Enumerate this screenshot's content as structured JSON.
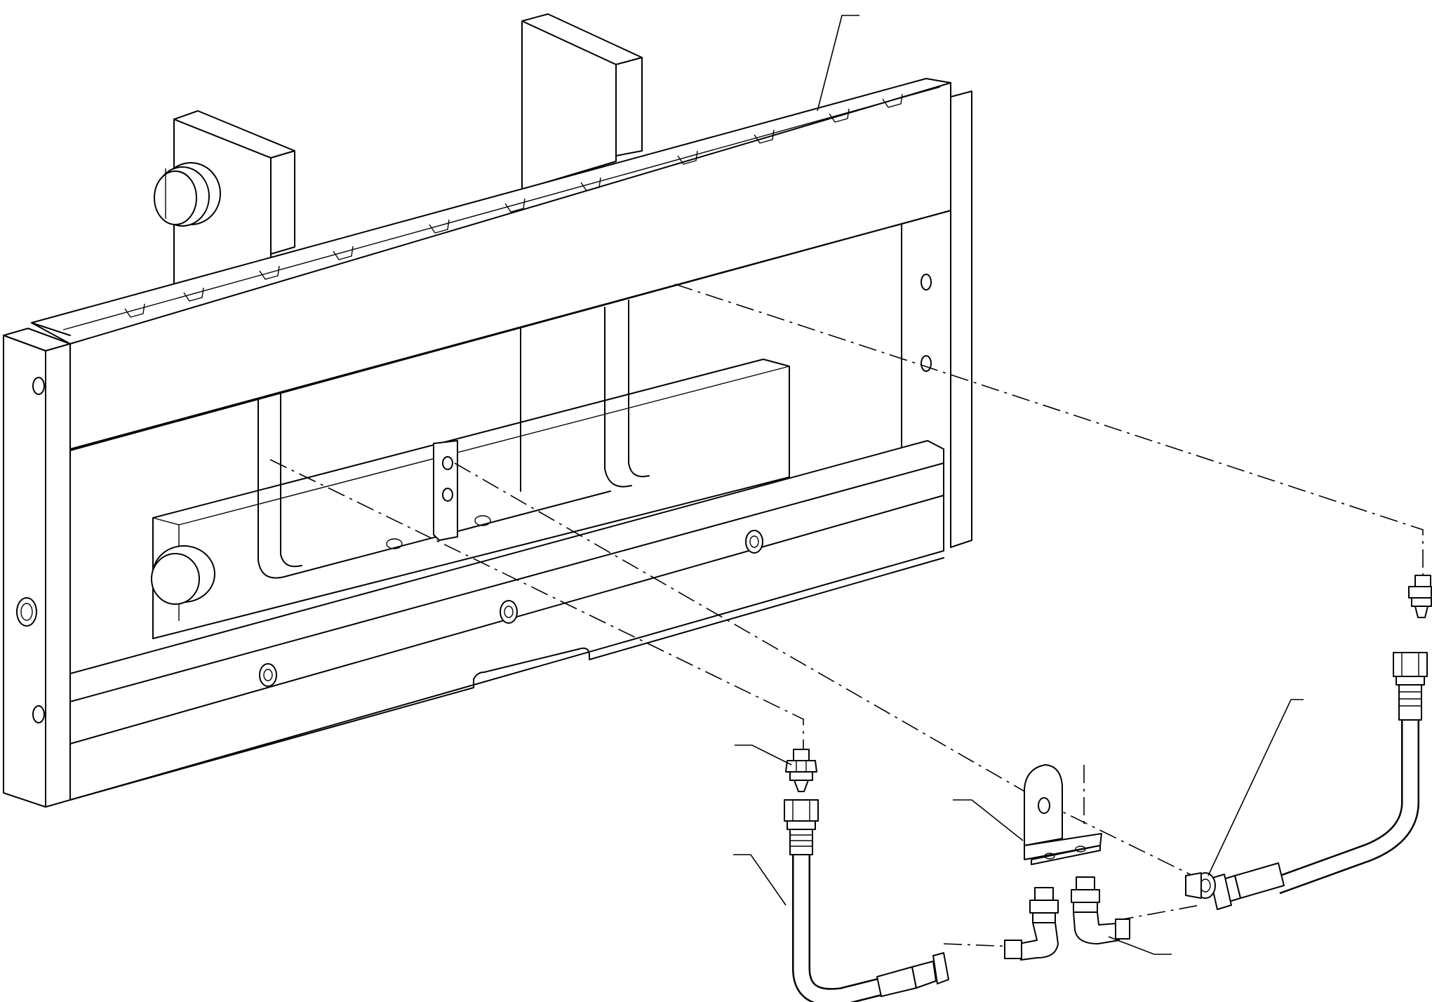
{
  "drawing": {
    "type": "exploded-assembly",
    "background": "#ffffff",
    "line_color": "#000000",
    "components": [
      "carriage-frame",
      "fitting-left",
      "hose-left",
      "bracket",
      "elbow-fitting-left",
      "elbow-fitting-right",
      "hose-right",
      "fitting-right"
    ],
    "callouts": [
      {
        "id": "callout-top-rail",
        "label": ""
      },
      {
        "id": "callout-fitting-left",
        "label": ""
      },
      {
        "id": "callout-hose-left",
        "label": ""
      },
      {
        "id": "callout-bracket",
        "label": ""
      },
      {
        "id": "callout-swivel-fitting",
        "label": ""
      },
      {
        "id": "callout-elbow-right",
        "label": ""
      }
    ]
  }
}
